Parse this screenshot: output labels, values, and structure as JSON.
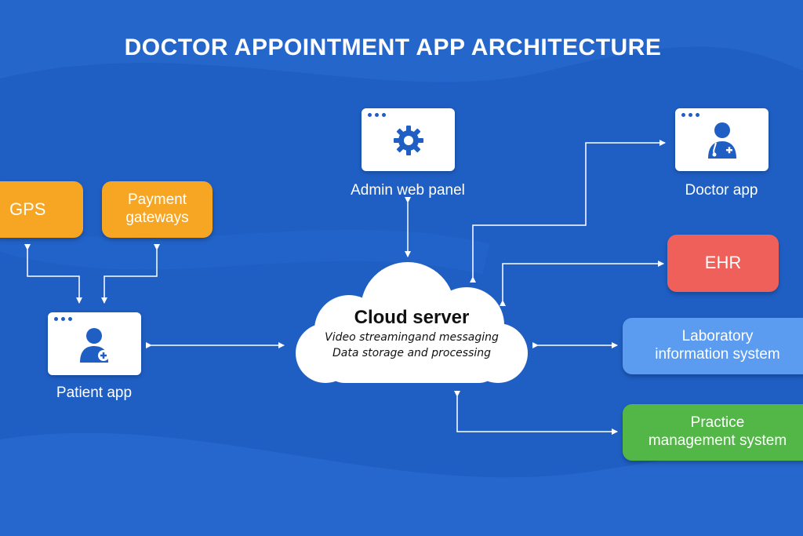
{
  "title": "DOCTOR APPOINTMENT APP ARCHITECTURE",
  "cloud": {
    "title": "Cloud server",
    "line1": "Video streamingand messaging",
    "line2": "Data storage and processing"
  },
  "admin_panel": {
    "label": "Admin web panel",
    "icon": "gear-icon"
  },
  "patient_app": {
    "label": "Patient app",
    "icon": "patient-icon"
  },
  "doctor_app": {
    "label": "Doctor app",
    "icon": "doctor-icon"
  },
  "gps": {
    "label": "GPS"
  },
  "payment": {
    "line1": "Payment",
    "line2": "gateways"
  },
  "ehr": {
    "label": "EHR"
  },
  "lab": {
    "line1": "Laboratory",
    "line2": "information system"
  },
  "practice": {
    "line1": "Practice",
    "line2": "management system"
  },
  "colors": {
    "background": "#1f5fc4",
    "orange": "#f6a623",
    "red": "#f0605a",
    "light_blue": "#5b9cf0",
    "green": "#52b747"
  }
}
